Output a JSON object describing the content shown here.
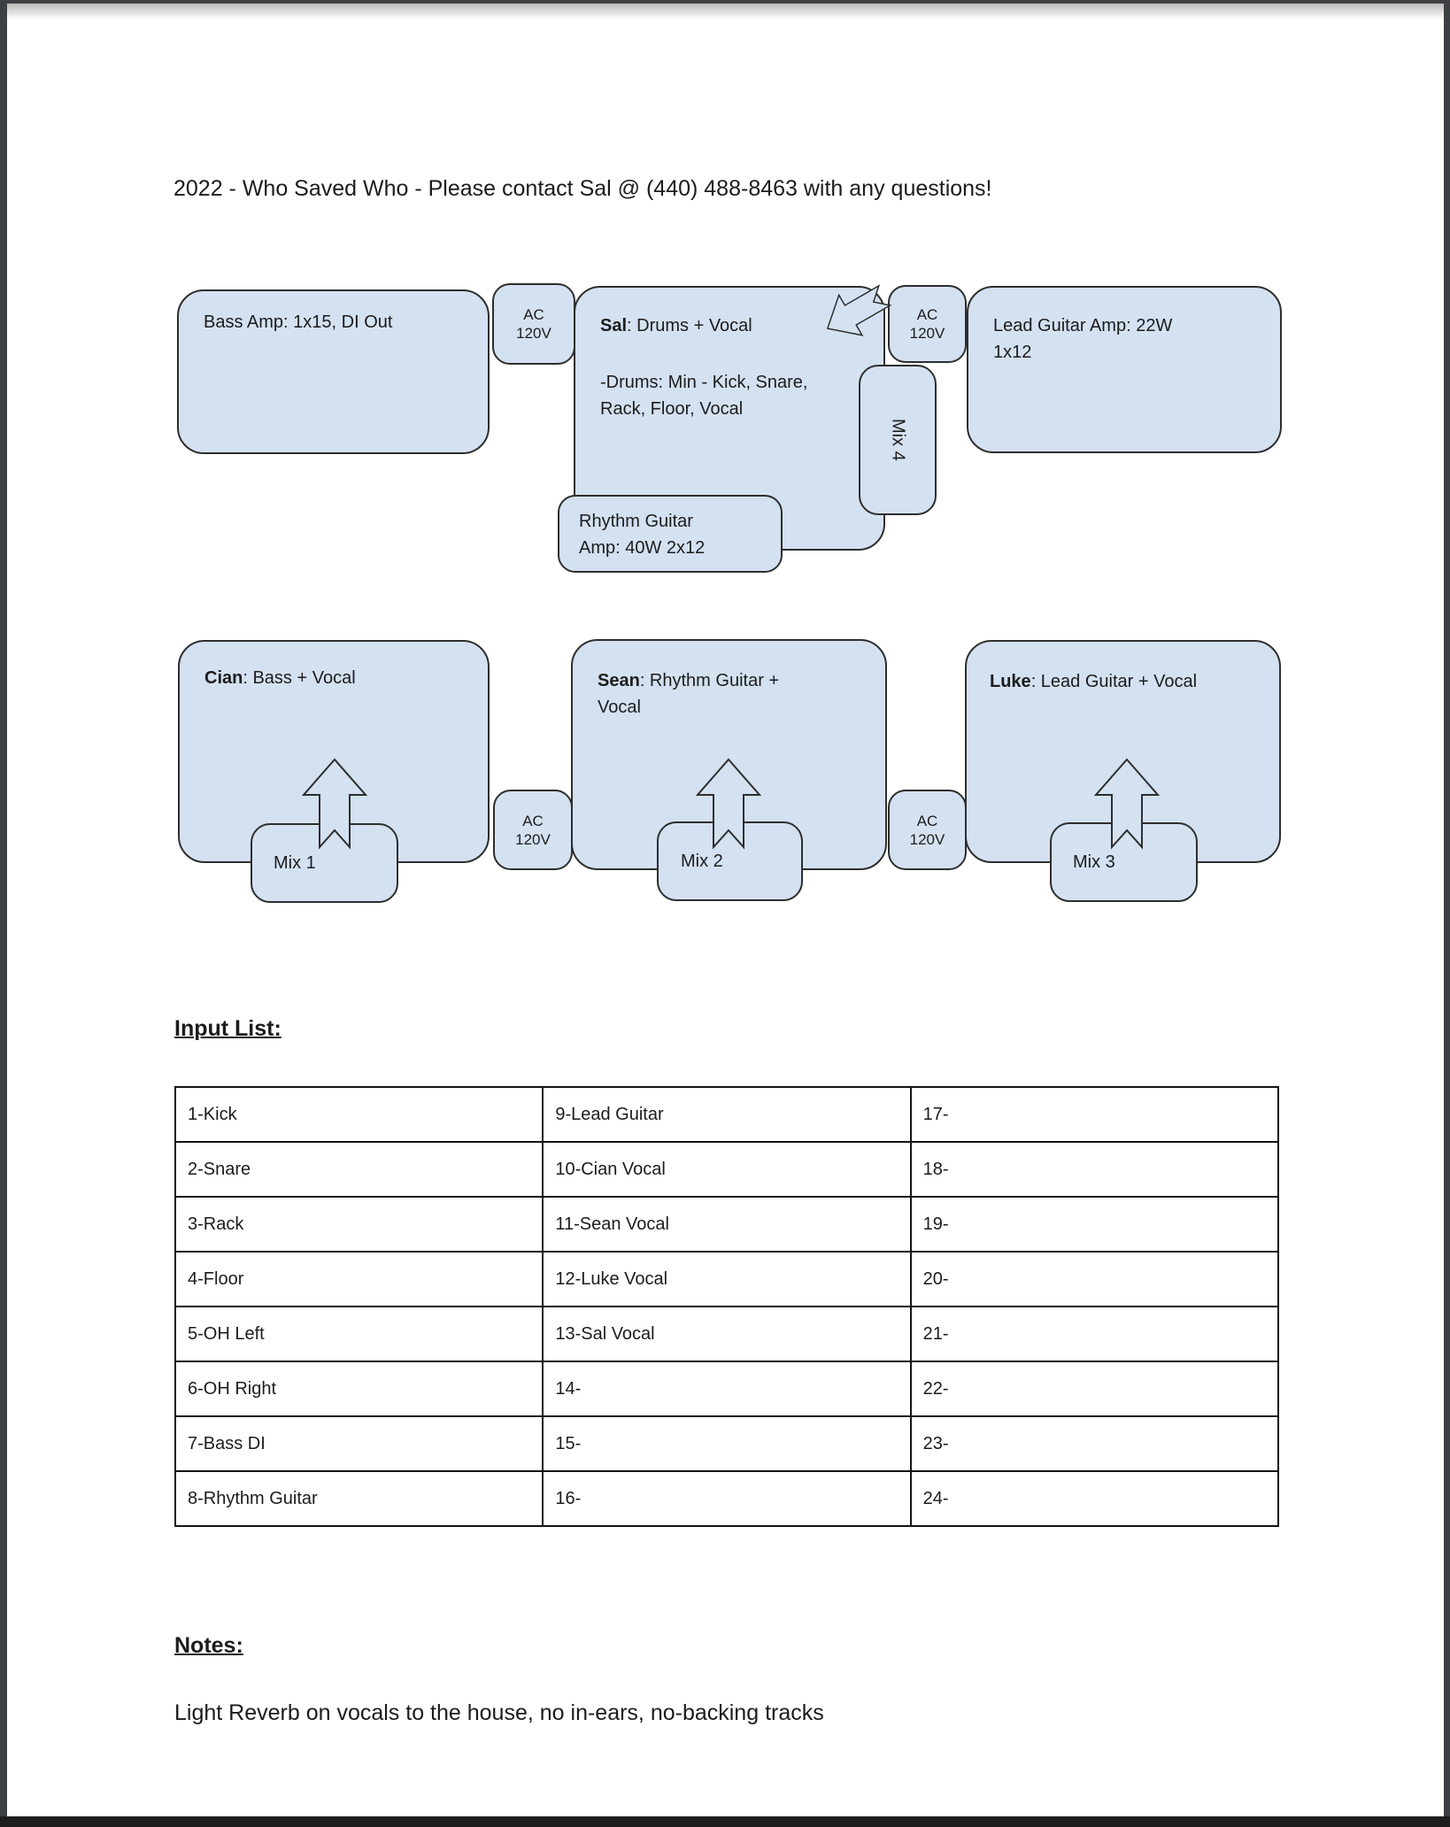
{
  "page": {
    "title": "2022 - Who Saved Who - Please contact Sal @ (440) 488-8463 with any questions!"
  },
  "colors": {
    "box_fill": "#d4e1f1",
    "box_stroke": "#2e2e2e",
    "frame": "#3c4043",
    "text": "#1c1c1c"
  },
  "diagram": {
    "ac_label": {
      "line1": "AC",
      "line2": "120V"
    },
    "bass_amp_label": "Bass Amp: 1x15, DI Out",
    "sal": {
      "name": "Sal",
      "role": ": Drums + Vocal",
      "detail1": "-Drums: Min - Kick, Snare,",
      "detail2": "Rack, Floor, Vocal"
    },
    "lead_amp": {
      "line1": "Lead Guitar Amp: 22W",
      "line2": "1x12"
    },
    "rhythm_amp": {
      "line1": "Rhythm Guitar",
      "line2": "Amp: 40W 2x12"
    },
    "mix1": "Mix 1",
    "mix2": "Mix 2",
    "mix3": "Mix 3",
    "mix4": "Mix 4",
    "cian": {
      "name": "Cian",
      "role": ": Bass + Vocal"
    },
    "sean": {
      "name": "Sean",
      "role": ": Rhythm Guitar +",
      "role2": "Vocal"
    },
    "luke": {
      "name": "Luke",
      "role": ": Lead Guitar + Vocal"
    }
  },
  "input_list": {
    "heading": "Input List:",
    "columns": [
      [
        "1-Kick",
        "2-Snare",
        "3-Rack",
        "4-Floor",
        "5-OH Left",
        "6-OH Right",
        "7-Bass DI",
        "8-Rhythm Guitar"
      ],
      [
        "9-Lead Guitar",
        "10-Cian Vocal",
        "11-Sean Vocal",
        "12-Luke Vocal",
        "13-Sal Vocal",
        "14-",
        "15-",
        "16-"
      ],
      [
        "17-",
        "18-",
        "19-",
        "20-",
        "21-",
        "22-",
        "23-",
        "24-"
      ]
    ]
  },
  "notes": {
    "heading": "Notes:",
    "body": "Light Reverb on vocals to the house, no in-ears, no-backing tracks"
  }
}
